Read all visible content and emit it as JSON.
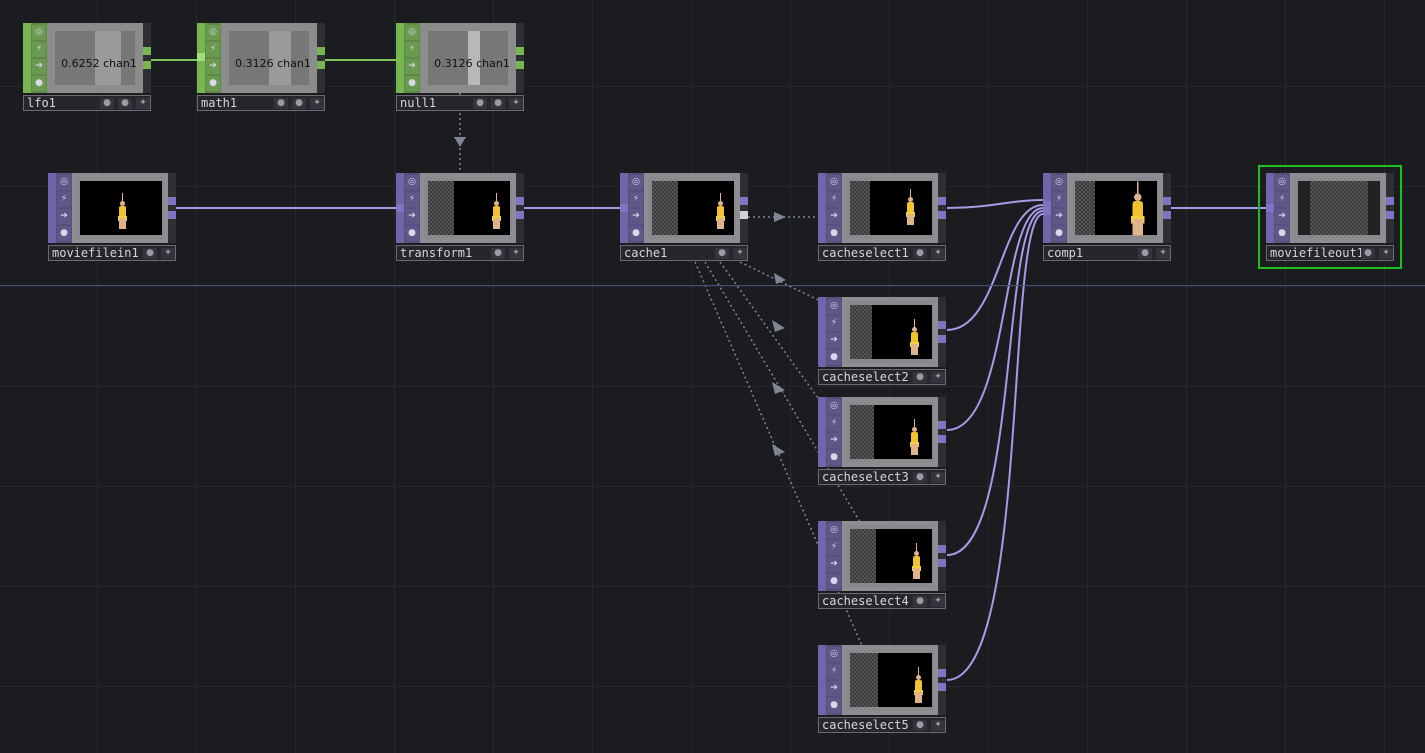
{
  "network": {
    "chop_nodes": [
      {
        "name": "lfo1",
        "value": "0.6252",
        "channel": "chan1"
      },
      {
        "name": "math1",
        "value": "0.3126",
        "channel": "chan1"
      },
      {
        "name": "null1",
        "value": "0.3126",
        "channel": "chan1"
      }
    ],
    "top_nodes": [
      {
        "name": "moviefilein1"
      },
      {
        "name": "transform1"
      },
      {
        "name": "cache1"
      },
      {
        "name": "cacheselect1"
      },
      {
        "name": "cacheselect2"
      },
      {
        "name": "cacheselect3"
      },
      {
        "name": "cacheselect4"
      },
      {
        "name": "cacheselect5"
      },
      {
        "name": "comp1"
      },
      {
        "name": "moviefileout1"
      }
    ],
    "selected_node": "moviefileout1"
  },
  "colors": {
    "background": "#1b1c20",
    "top_family": "#6f65a8",
    "chop_family": "#76b752",
    "wire_top": "#a59be6",
    "wire_chop": "#7ec65a",
    "export_link": "#7f8796",
    "selection": "#1fbf1f"
  },
  "icons": {
    "viewer_toggle": "target-icon",
    "bypass": "lightning-icon",
    "export": "arrow-right-icon",
    "lock": "lock-icon",
    "flag_display": "circle-dot-icon",
    "flag_render": "circle-icon",
    "flag_clone": "diamond-star-icon"
  }
}
